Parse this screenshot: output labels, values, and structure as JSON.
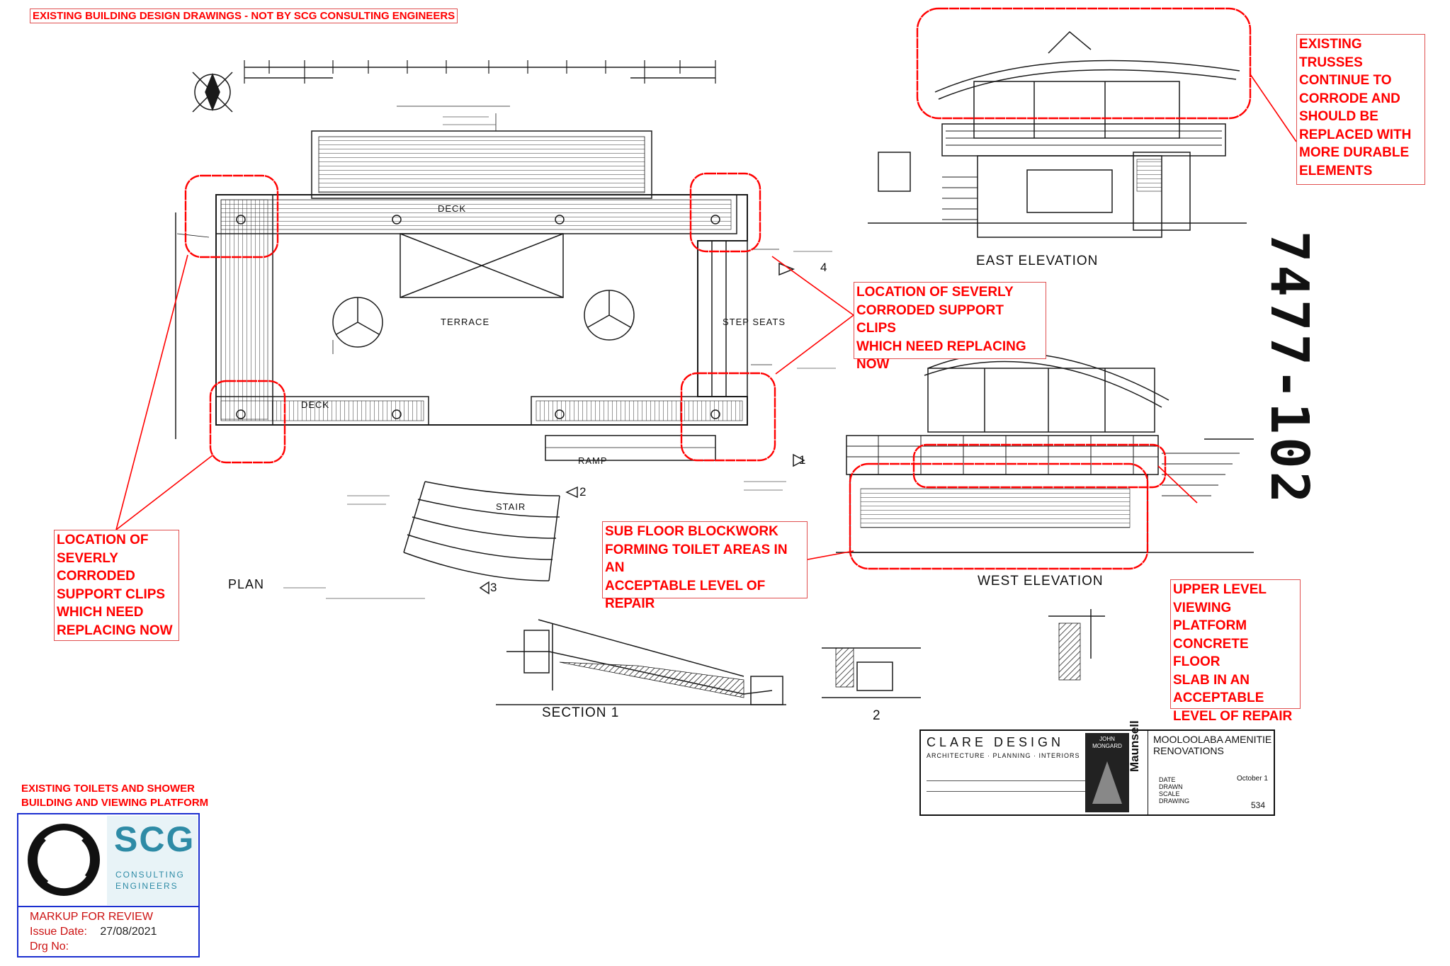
{
  "header": {
    "title": "EXISTING BUILDING DESIGN DRAWINGS - NOT BY SCG CONSULTING ENGINEERS"
  },
  "sheet_number": "7477-102",
  "view_labels": {
    "plan": "PLAN",
    "east_elevation": "EAST ELEVATION",
    "west_elevation": "WEST ELEVATION",
    "section_1": "SECTION 1",
    "section_2": "2",
    "terrace": "TERRACE",
    "deck_top": "DECK",
    "deck_bottom": "DECK",
    "step_seats": "STEP SEATS",
    "ramp": "RAMP",
    "stair": "STAIR",
    "mark_4": "4",
    "mark_3": "3",
    "mark_2": "2",
    "mark_1": "1"
  },
  "annotations": {
    "trusses": "EXISTING\nTRUSSES\nCONTINUE TO\nCORRODE AND\nSHOULD BE\nREPLACED WITH\nMORE DURABLE\nELEMENTS",
    "clips_right": "LOCATION OF SEVERLY\nCORRODED SUPPORT CLIPS\nWHICH NEED REPLACING\nNOW",
    "clips_left": "LOCATION OF\nSEVERLY\nCORRODED\nSUPPORT CLIPS\nWHICH NEED\nREPLACING NOW",
    "blockwork": "SUB FLOOR BLOCKWORK\nFORMING TOILET AREAS IN AN\nACCEPTABLE LEVEL OF\nREPAIR",
    "platform": "UPPER LEVEL\nVIEWING\nPLATFORM\nCONCRETE FLOOR\nSLAB IN AN\nACCEPTABLE\nLEVEL OF REPAIR"
  },
  "title_block": {
    "firm": "CLARE DESIGN",
    "disciplines": "ARCHITECTURE · PLANNING · INTERIORS",
    "engineer": "Maunsell",
    "badge": "JOHN MONGARD",
    "project_line1": "MOOLOOLABA AMENITIE",
    "project_line2": "RENOVATIONS",
    "fields": [
      "DATE",
      "DRAWN",
      "SCALE",
      "DRAWING"
    ],
    "date_value": "October 1",
    "drawing_value": "534"
  },
  "footer": {
    "caption_line1": "EXISTING TOILETS AND SHOWER",
    "caption_line2": "BUILDING AND VIEWING PLATFORM",
    "logo_text": "SCG",
    "logo_sub1": "CONSULTING",
    "logo_sub2": "ENGINEERS",
    "markup": "MARKUP FOR REVIEW",
    "issue_label": "Issue Date:",
    "issue_date": "27/08/2021",
    "drg_label": "Drg No:"
  },
  "colors": {
    "markup_red": "#ff0000",
    "logo_blue": "#1b2fd0",
    "logo_teal": "#2e8ba6",
    "line": "#1a1a1a"
  }
}
